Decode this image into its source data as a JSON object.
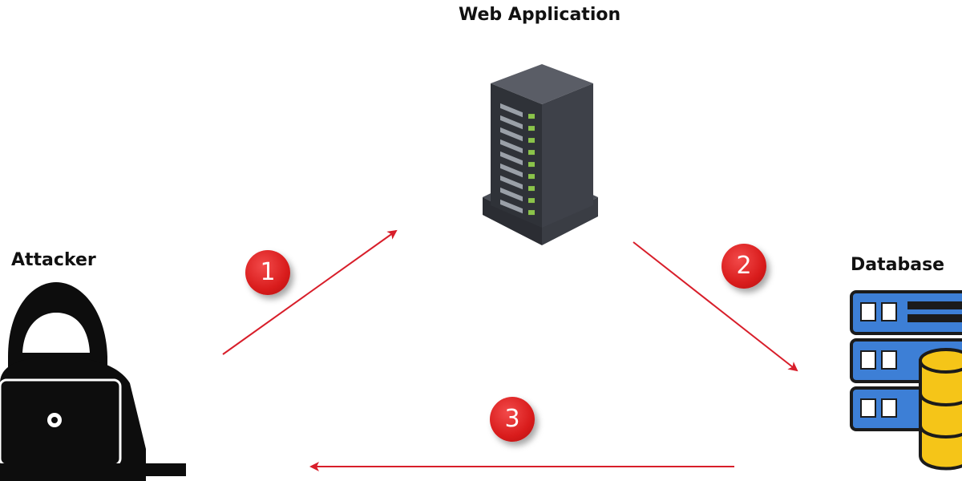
{
  "nodes": {
    "web_application": {
      "label": "Web Application"
    },
    "attacker": {
      "label": "Attacker"
    },
    "database": {
      "label": "Database"
    }
  },
  "steps": [
    {
      "number": "1",
      "from": "attacker",
      "to": "web_application"
    },
    {
      "number": "2",
      "from": "web_application",
      "to": "database"
    },
    {
      "number": "3",
      "from": "database",
      "to": "attacker"
    }
  ],
  "colors": {
    "arrow": "#d81e2a",
    "badge": "#d91c1c",
    "server_body": "#3b3e45",
    "server_led": "#8bc34a",
    "db_blue": "#3d7fd6",
    "db_cylinder": "#f5c518",
    "attacker_black": "#0d0d0d"
  },
  "icons": {
    "web_application": "server-tower-icon",
    "attacker": "hooded-hacker-icon",
    "database": "database-server-icon"
  }
}
